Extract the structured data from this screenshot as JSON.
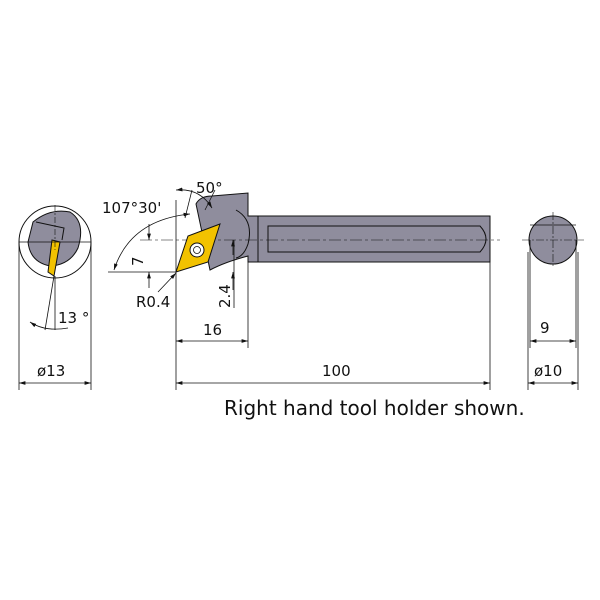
{
  "drawing": {
    "angle_lead": "50°",
    "angle_approach": "107°30'",
    "dim_height": "7",
    "corner_radius": "R0.4",
    "dim_offset": "2.4",
    "dim_head_length": "16",
    "dim_overall_length": "100",
    "dim_min_bore": "ø13",
    "angle_clearance": "13 °",
    "dim_flat": "9",
    "dim_shank_diameter": "ø10"
  },
  "colors": {
    "holder": "#8f8d9d",
    "insert": "#f2c200",
    "line": "#111111"
  },
  "caption": "Right hand tool holder shown."
}
